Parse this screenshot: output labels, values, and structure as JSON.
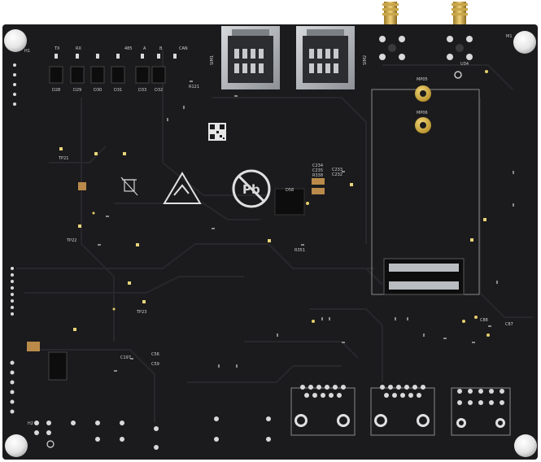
{
  "photo": {
    "subject": "pcb-bottom-side",
    "colors": {
      "background": "#ffffff",
      "board": "#1b1b1d",
      "trace": "#262629",
      "silkscreen": "#d4d4d4",
      "gold": "#d9b54a",
      "silver": "#b9bcc0",
      "standoff": "#ececec",
      "chip": "#0d0d0e"
    }
  },
  "silk": {
    "pb": "Pb",
    "module_ref": "D58",
    "mpcie_holes": [
      "MP05",
      "MP06"
    ],
    "sim_left": "SIM1",
    "sim_right": "SIM2",
    "led_labels": [
      "TX",
      "RX",
      "485",
      "A",
      "B",
      "CAN"
    ],
    "diode_labels": [
      "D28",
      "D29",
      "D30",
      "D31",
      "D33",
      "D32"
    ],
    "tp_labels": [
      "TP21",
      "TP22",
      "TP23"
    ],
    "caps_near_chip": [
      "C234",
      "C235",
      "R338",
      "C233",
      "C232"
    ],
    "misc": [
      "R121",
      "R351",
      "C197",
      "C56",
      "C59",
      "U34",
      "C87",
      "C88",
      "H1",
      "H2",
      "M1"
    ]
  }
}
